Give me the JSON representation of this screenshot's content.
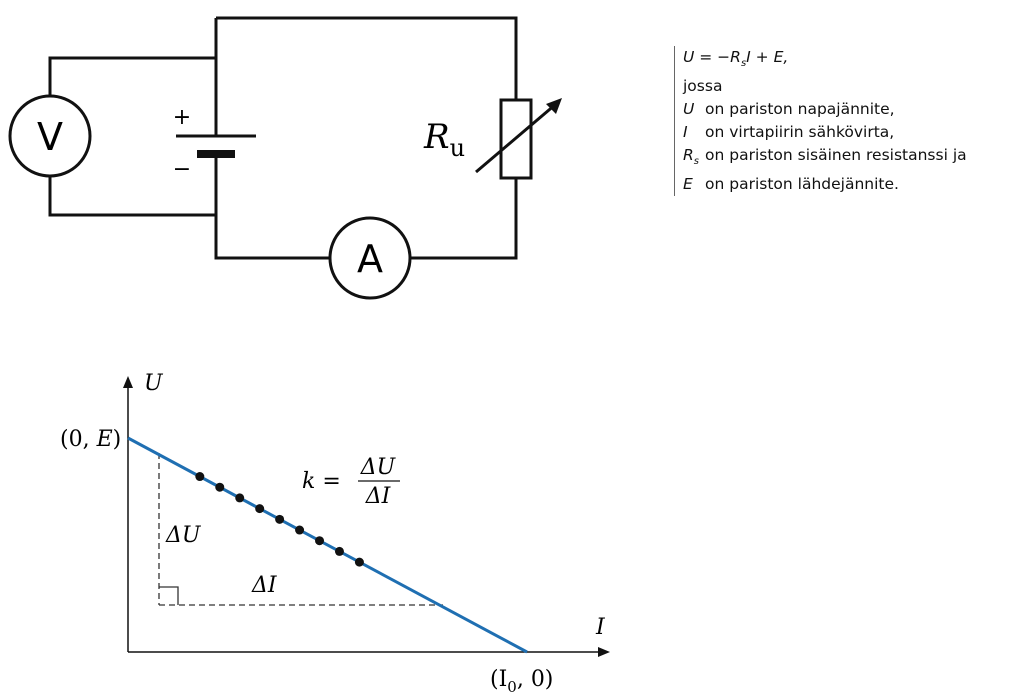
{
  "circuit": {
    "voltmeter_label": "V",
    "ammeter_label": "A",
    "battery_plus": "+",
    "battery_minus": "−",
    "resistor_label_main": "R",
    "resistor_label_sub": "u"
  },
  "legend": {
    "formula": "U = −R",
    "formula_sub": "s",
    "formula_tail": "I + E,",
    "intro": "jossa",
    "items": [
      {
        "symbol": "U",
        "symbol_sub": "",
        "text": "on pariston napajännite,"
      },
      {
        "symbol": "I",
        "symbol_sub": "",
        "text": "on virtapiirin sähkövirta,"
      },
      {
        "symbol": "R",
        "symbol_sub": "s",
        "text": "on pariston sisäinen resistanssi ja"
      },
      {
        "symbol": "E",
        "symbol_sub": "",
        "text": "on pariston lähdejännite."
      }
    ]
  },
  "graph": {
    "y_axis_label": "U",
    "x_axis_label": "I",
    "y_intercept_label": "(0, E)",
    "x_intercept_label_pre": "(I",
    "x_intercept_label_sub": "0",
    "x_intercept_label_post": ", 0)",
    "delta_u_label": "ΔU",
    "delta_i_label": "ΔI",
    "slope_k": "k =",
    "slope_num": "ΔU",
    "slope_den": "ΔI",
    "line_color": "#1f6fb2"
  },
  "chart_data": {
    "type": "line",
    "title": "",
    "xlabel": "I",
    "ylabel": "U",
    "line": {
      "x_start": 0,
      "y_start": 1,
      "x_end": 1,
      "y_end": 0,
      "note": "U = E - Rs*I, normalized: E=1, I0=1"
    },
    "points_x": [
      0.18,
      0.23,
      0.28,
      0.33,
      0.38,
      0.43,
      0.48,
      0.53,
      0.58
    ],
    "xlim": [
      0,
      1.2
    ],
    "ylim": [
      0,
      1.3
    ],
    "annotations": [
      "(0, E)",
      "(I0, 0)",
      "ΔU",
      "ΔI",
      "k = ΔU/ΔI"
    ],
    "grid": false
  }
}
